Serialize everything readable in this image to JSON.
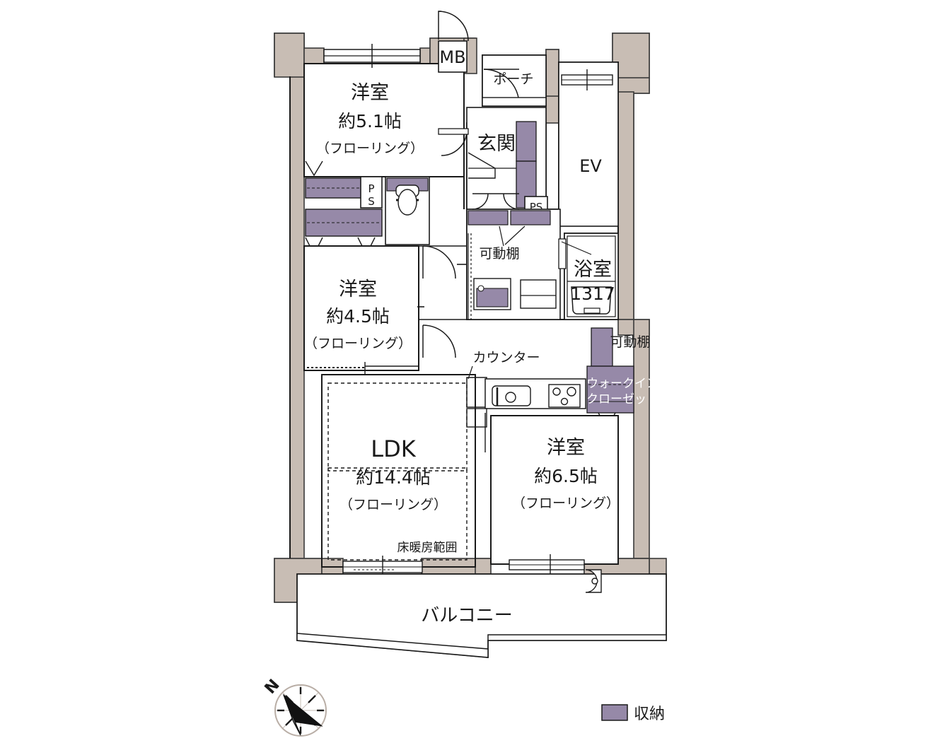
{
  "document": {
    "type": "floor-plan",
    "language": "ja"
  },
  "rooms": [
    {
      "id": "bedroom_north",
      "name": "洋室",
      "size": "約5.1帖",
      "floor": "（フローリング）"
    },
    {
      "id": "bedroom_mid",
      "name": "洋室",
      "size": "約4.5帖",
      "floor": "（フローリング）"
    },
    {
      "id": "ldk",
      "name": "LDK",
      "size": "約14.4帖",
      "floor": "（フローリング）"
    },
    {
      "id": "bedroom_south",
      "name": "洋室",
      "size": "約6.5帖",
      "floor": "（フローリング）"
    }
  ],
  "labels": {
    "mb": "MB",
    "porch": "ポーチ",
    "genkan": "玄関",
    "ev": "EV",
    "ps_left": "P\nS",
    "ps_left_line1": "P",
    "ps_left_line2": "S",
    "ps_mid": "PS",
    "shelf_wash": "可動棚",
    "shelf_wic": "可動棚",
    "bath_name": "浴室",
    "bath_size": "1317",
    "counter": "カウンター",
    "wic_line1": "ウォークイン",
    "wic_line2": "クローゼット",
    "floor_heating": "床暖房範囲",
    "balcony": "バルコニー"
  },
  "legend": {
    "swatch_label": "収納",
    "swatch_color": "#9689a8"
  },
  "compass": {
    "north_label": "N"
  },
  "colors": {
    "wall": "#c8bdb4",
    "wall_stroke": "#3a3a3a",
    "storage": "#9689a8",
    "line": "#1a1a1a",
    "paper": "#ffffff"
  }
}
